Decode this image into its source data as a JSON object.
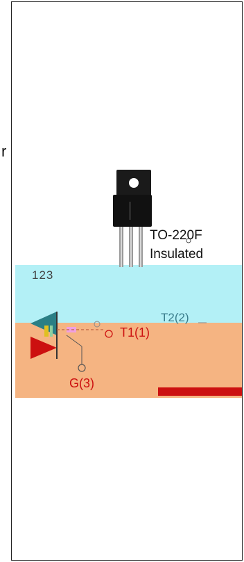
{
  "edge_text": "r",
  "package": {
    "name": "TO-220F",
    "note": "Insulated",
    "pin_numbers": "123"
  },
  "terminals": {
    "t2": "T2(2)",
    "t1": "T1(1)",
    "gate": "G(3)"
  },
  "colors": {
    "cyan_band": "#b3f0f6",
    "orange_band": "#f5b482",
    "red_accent": "#cc1010",
    "teal_symbol": "#2a7f85",
    "package_body": "#111111"
  }
}
